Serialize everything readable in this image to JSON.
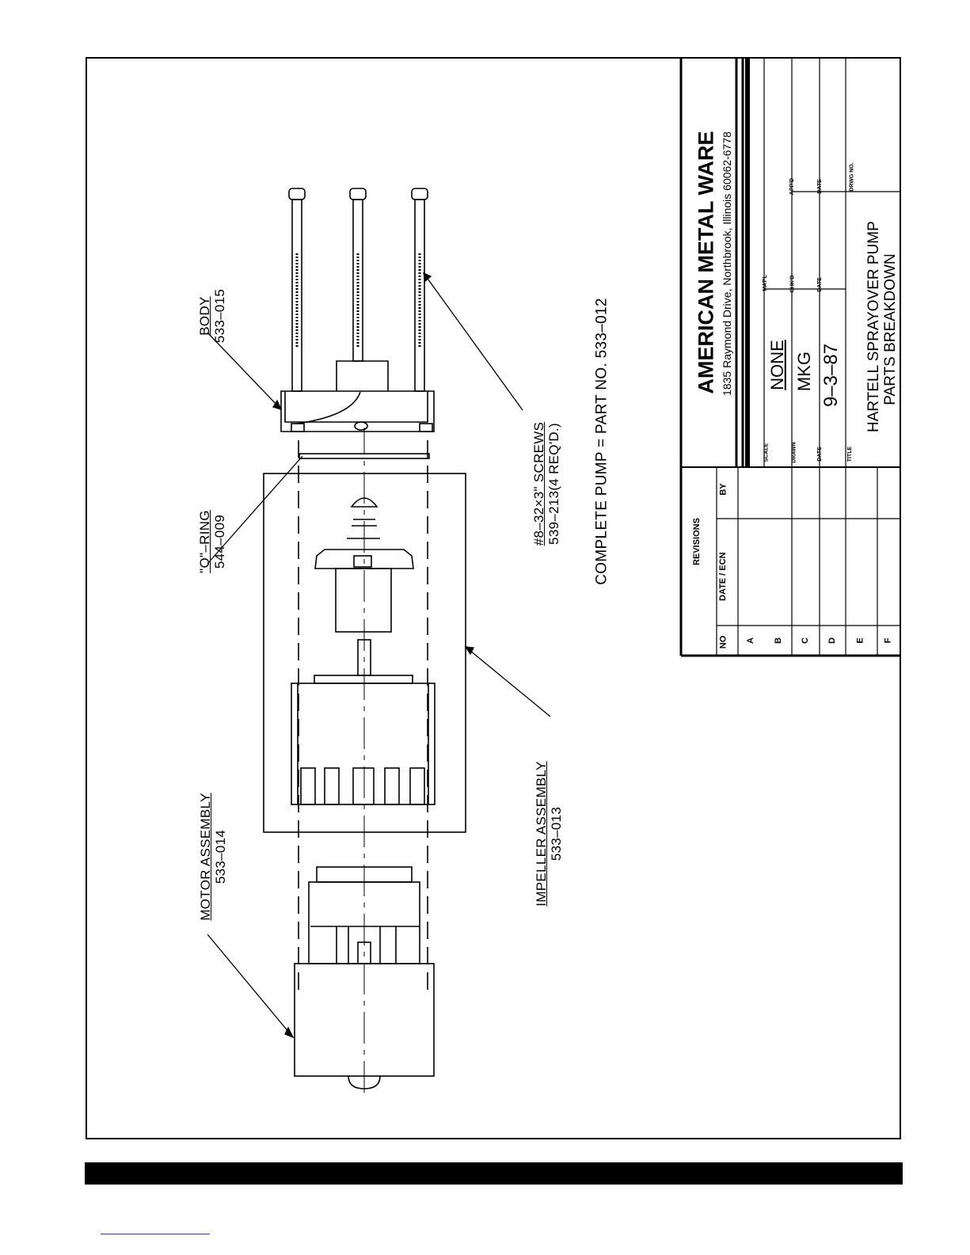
{
  "labels": {
    "body": {
      "name": "BODY",
      "part": "533–015"
    },
    "oring": {
      "name": "\"O\"–RING",
      "part": "544–009"
    },
    "screws": {
      "name": "#8–32×3\" SCREWS",
      "part": "539–213(4 REQ'D.)"
    },
    "motor": {
      "name": "MOTOR ASSEMBLY",
      "part": "533–014"
    },
    "impeller": {
      "name": "IMPELLER ASSEMBLY",
      "part": "533–013"
    }
  },
  "complete_pump": "COMPLETE  PUMP  =  PART  NO.  533–012",
  "title_block": {
    "company": "AMERICAN METAL WARE",
    "address": "1835 Raymond Drive,   Northbrook, Illinois 60062-6778",
    "revisions_header": "REVISIONS",
    "col_no": "NO",
    "col_date": "DATE / ECN",
    "col_by": "BY",
    "rows": [
      "A",
      "B",
      "C",
      "D",
      "E",
      "F"
    ],
    "scale_label": "SCALE",
    "scale_value": "NONE",
    "matl_label": "MAT'L",
    "drawn_label": "DRAWN",
    "drawn_value": "MKG",
    "chkd_label": "CHK'D",
    "appd_label": "APP'D",
    "date_label": "DATE",
    "date_value": "9–3–87",
    "date2_label": "DATE",
    "date3_label": "DATE",
    "title_label": "TITLE",
    "title_line1": "HARTELL  SPRAYOVER  PUMP",
    "title_line2": "PARTS  BREAKDOWN",
    "drwg_label": "DRWG NO."
  }
}
